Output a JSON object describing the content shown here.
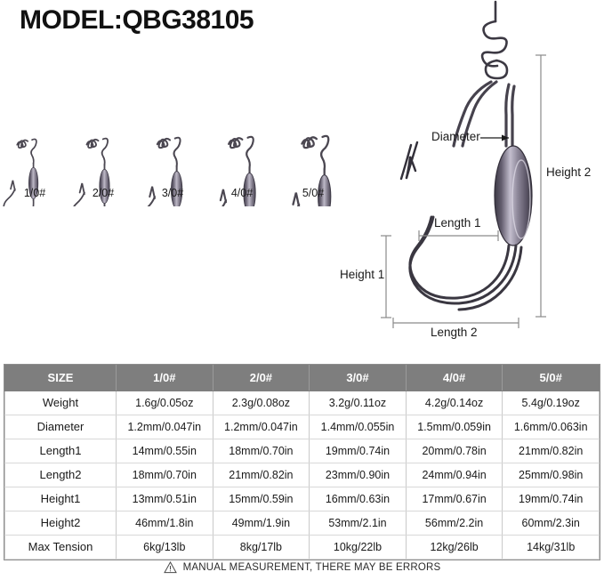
{
  "title": "MODEL:QBG38105",
  "hooks": {
    "sizes": [
      {
        "label": "1/0#"
      },
      {
        "label": "2/0#"
      },
      {
        "label": "3/0#"
      },
      {
        "label": "4/0#"
      },
      {
        "label": "5/0#"
      }
    ]
  },
  "diagram": {
    "annotations": {
      "diameter": "Diameter",
      "height2": "Height 2",
      "length1": "Length 1",
      "height1": "Height 1",
      "length2": "Length 2"
    }
  },
  "table": {
    "headers": [
      "SIZE",
      "1/0#",
      "2/0#",
      "3/0#",
      "4/0#",
      "5/0#"
    ],
    "rows": [
      {
        "label": "Weight",
        "values": [
          "1.6g/0.05oz",
          "2.3g/0.08oz",
          "3.2g/0.11oz",
          "4.2g/0.14oz",
          "5.4g/0.19oz"
        ]
      },
      {
        "label": "Diameter",
        "values": [
          "1.2mm/0.047in",
          "1.2mm/0.047in",
          "1.4mm/0.055in",
          "1.5mm/0.059in",
          "1.6mm/0.063in"
        ]
      },
      {
        "label": "Length1",
        "values": [
          "14mm/0.55in",
          "18mm/0.70in",
          "19mm/0.74in",
          "20mm/0.78in",
          "21mm/0.82in"
        ]
      },
      {
        "label": "Length2",
        "values": [
          "18mm/0.70in",
          "21mm/0.82in",
          "23mm/0.90in",
          "24mm/0.94in",
          "25mm/0.98in"
        ]
      },
      {
        "label": "Height1",
        "values": [
          "13mm/0.51in",
          "15mm/0.59in",
          "16mm/0.63in",
          "17mm/0.67in",
          "19mm/0.74in"
        ]
      },
      {
        "label": "Height2",
        "values": [
          "46mm/1.8in",
          "49mm/1.9in",
          "53mm/2.1in",
          "56mm/2.2in",
          "60mm/2.3in"
        ]
      },
      {
        "label": "Max Tension",
        "values": [
          "6kg/13lb",
          "8kg/17lb",
          "10kg/22lb",
          "12kg/26lb",
          "14kg/31lb"
        ]
      }
    ]
  },
  "footer": {
    "icon": "warning-triangle-icon",
    "text": "MANUAL MEASUREMENT, THERE MAY BE ERRORS"
  },
  "colors": {
    "header_bg": "#7e7e7e",
    "header_text": "#ffffff",
    "grid": "#d8d8d8",
    "metal_dark": "#3a3742",
    "metal_mid": "#6b6472",
    "metal_light": "#b5b0bd",
    "text": "#1a1a1a"
  }
}
